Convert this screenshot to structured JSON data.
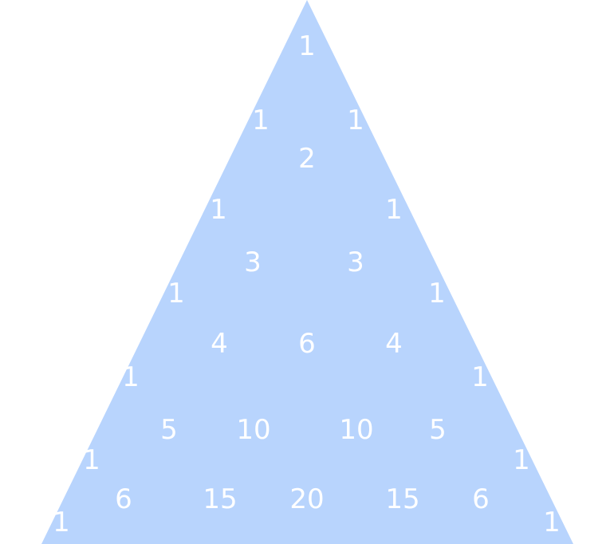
{
  "triangle": {
    "fill": "#b8d4fd",
    "text_color": "#ffffff"
  },
  "numbers": [
    {
      "label": "1"
    },
    {
      "label": "1"
    },
    {
      "label": "1"
    },
    {
      "label": "2"
    },
    {
      "label": "1"
    },
    {
      "label": "1"
    },
    {
      "label": "3"
    },
    {
      "label": "3"
    },
    {
      "label": "1"
    },
    {
      "label": "1"
    },
    {
      "label": "4"
    },
    {
      "label": "6"
    },
    {
      "label": "4"
    },
    {
      "label": "1"
    },
    {
      "label": "1"
    },
    {
      "label": "5"
    },
    {
      "label": "10"
    },
    {
      "label": "10"
    },
    {
      "label": "5"
    },
    {
      "label": "1"
    },
    {
      "label": "1"
    },
    {
      "label": "6"
    },
    {
      "label": "15"
    },
    {
      "label": "20"
    },
    {
      "label": "15"
    },
    {
      "label": "6"
    },
    {
      "label": "1"
    },
    {
      "label": "1"
    }
  ]
}
